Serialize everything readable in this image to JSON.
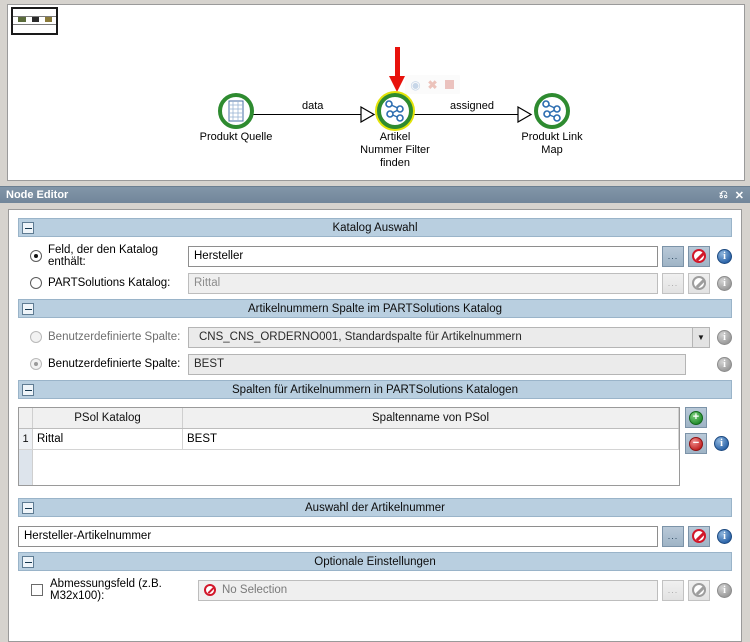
{
  "canvas": {
    "overview_thumbnail": "overview-thumbnail",
    "mini_toolbar": [
      {
        "name": "run-icon",
        "glyph": "◉"
      },
      {
        "name": "cancel-icon",
        "glyph": "✖"
      },
      {
        "name": "stop-icon",
        "glyph": ""
      }
    ],
    "annotation_arrow": "red-down-arrow",
    "nodes": [
      {
        "id": "produkt-quelle",
        "label": "Produkt Quelle",
        "icon": "table-source-icon",
        "selected": false
      },
      {
        "id": "artikel-nummer-filter-finden",
        "label": "Artikel\nNummer Filter\nfinden",
        "icon": "graph-node-icon",
        "selected": true
      },
      {
        "id": "produkt-link-map",
        "label": "Produkt Link\nMap",
        "icon": "graph-node-icon",
        "selected": false
      }
    ],
    "edges": [
      {
        "from": "produkt-quelle",
        "to": "artikel-nummer-filter-finden",
        "label": "data"
      },
      {
        "from": "artikel-nummer-filter-finden",
        "to": "produkt-link-map",
        "label": "assigned"
      }
    ]
  },
  "panel": {
    "title": "Node Editor",
    "undock_icon": "⎌",
    "close_icon": "✕"
  },
  "sections": {
    "katalog_auswahl": {
      "title": "Katalog Auswahl",
      "collapse_glyph": "−",
      "rows": [
        {
          "radio_label": "Feld, der den Katalog enthält:",
          "checked": true,
          "enabled": true,
          "value": "Hersteller",
          "browse_label": "...",
          "clear_icon": "no-entry-icon",
          "info_icon": "info-icon"
        },
        {
          "radio_label": "PARTSolutions Katalog:",
          "checked": false,
          "enabled": true,
          "value": "Rittal",
          "browse_label": "...",
          "clear_icon": "no-entry-icon",
          "info_icon": "info-icon"
        }
      ]
    },
    "artikelnummern_spalte": {
      "title": "Artikelnummern Spalte im PARTSolutions Katalog",
      "collapse_glyph": "−",
      "rows": [
        {
          "radio_label": "Benutzerdefinierte Spalte:",
          "checked": false,
          "enabled": false,
          "value": "CNS_CNS_ORDERNO001, Standardspalte für Artikelnummern",
          "is_combo": true,
          "info_icon": "info-icon"
        },
        {
          "radio_label": "Benutzerdefinierte Spalte:",
          "checked": true,
          "enabled": false,
          "value": "BEST",
          "is_combo": false,
          "info_icon": "info-icon"
        }
      ]
    },
    "spalten_tabelle": {
      "title": "Spalten für Artikelnummern in PARTSolutions Katalogen",
      "collapse_glyph": "−",
      "columns": [
        "PSol Katalog",
        "Spaltenname von PSol"
      ],
      "rows": [
        {
          "index": "1",
          "psol_katalog": "Rittal",
          "spaltenname": "BEST"
        }
      ],
      "add_icon": "plus-icon",
      "remove_icon": "minus-icon",
      "info_icon": "info-icon"
    },
    "auswahl_artikelnummer": {
      "title": "Auswahl der Artikelnummer",
      "collapse_glyph": "−",
      "value": "Hersteller-Artikelnummer",
      "browse_label": "...",
      "clear_icon": "no-entry-icon",
      "info_icon": "info-icon"
    },
    "optionale_einstellungen": {
      "title": "Optionale Einstellungen",
      "collapse_glyph": "−",
      "checkbox_label": "Abmessungsfeld (z.B. M32x100):",
      "checked": false,
      "value": "No Selection",
      "value_icon": "no-entry-icon",
      "browse_label": "...",
      "clear_icon": "no-entry-icon",
      "info_icon": "info-icon"
    }
  },
  "colors": {
    "title_bar": "#7a8fa3",
    "section_header": "#b9cfe0",
    "node_ring": "#2e8b30",
    "selection_ring": "#e3e309",
    "annotation_arrow": "#e8120c",
    "panel_bg": "#d6d3ce"
  }
}
